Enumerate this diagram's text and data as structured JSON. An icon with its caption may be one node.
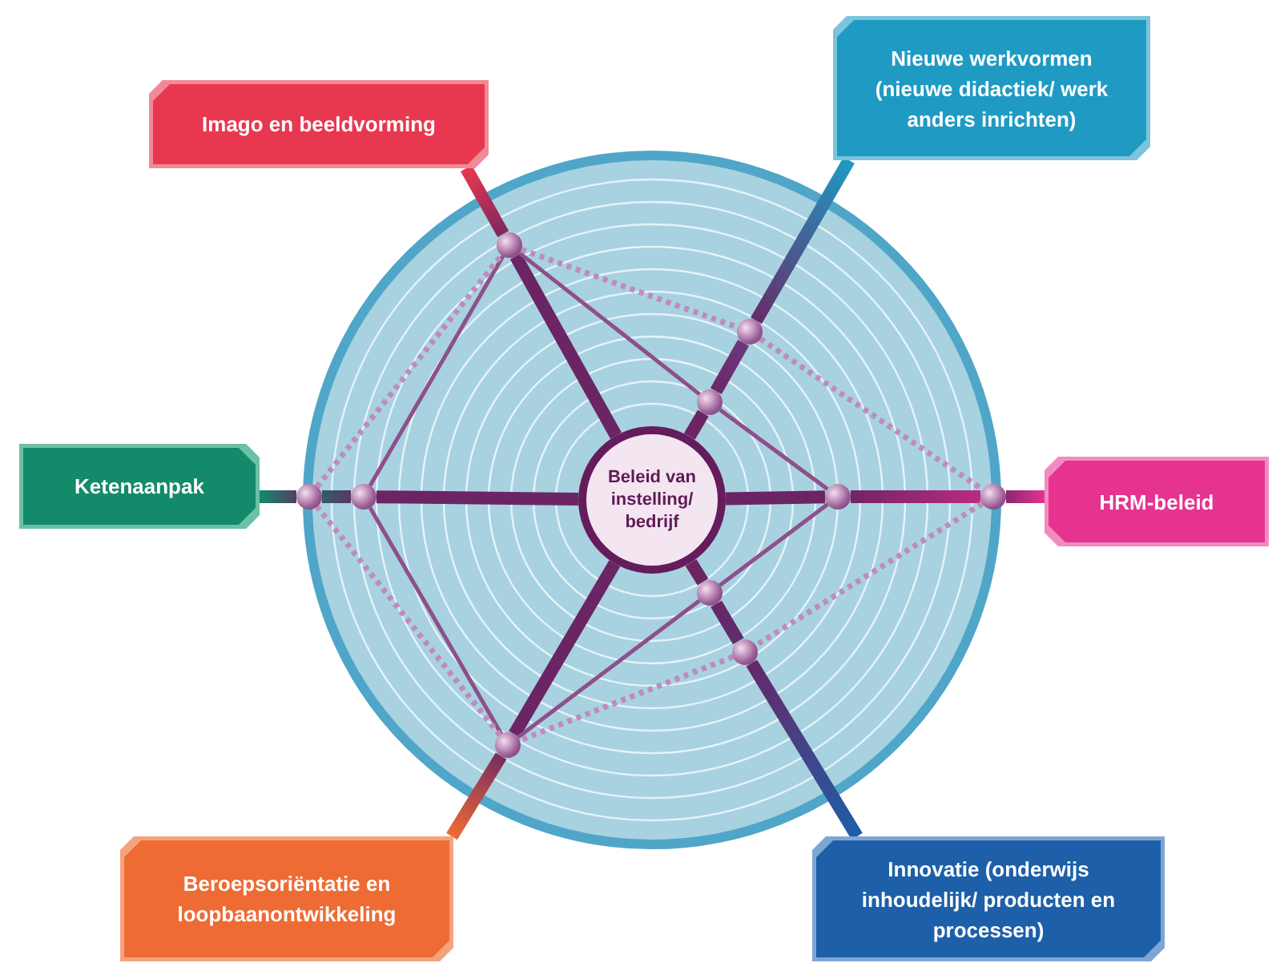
{
  "diagram": {
    "nodes": [
      {
        "text": [
          "Beleid van instelling/ bedrijf"
        ]
      },
      {
        "text": [
          "Imago en beeldvorming"
        ]
      },
      {
        "text": [
          "Nieuwe werkvormen (nieuwe didactiek/ werk anders inrichten)"
        ]
      },
      {
        "text": [
          "Ketenaanpak"
        ]
      },
      {
        "text": [
          "HRM-beleid"
        ]
      },
      {
        "text": [
          "Beroepsoriëntatie en loopbaanontwikkeling"
        ]
      },
      {
        "text": [
          "Innovatie (onderwijs inhoudelijk/ producten en processen)"
        ]
      },
      {
        "text": [],
        "shape": "circle"
      },
      {
        "text": [],
        "shape": "circle"
      },
      {
        "text": [],
        "shape": "circle"
      },
      {
        "text": [],
        "shape": "circle"
      },
      {
        "text": [],
        "shape": "circle"
      },
      {
        "text": [],
        "shape": "circle"
      },
      {
        "text": [],
        "shape": "circle"
      },
      {
        "text": [],
        "shape": "circle"
      },
      {
        "text": [],
        "shape": "circle"
      },
      {
        "text": [],
        "shape": "circle"
      }
    ],
    "edges": [
      {
        "from": 0,
        "to": 7,
        "arrow": "none",
        "style": "thick",
        "color": "#6b2464"
      },
      {
        "from": 7,
        "to": 1,
        "arrow": "none",
        "style": "thick",
        "color": "#e8384f"
      },
      {
        "from": 0,
        "to": 9,
        "arrow": "none",
        "style": "thick",
        "color": "#6b2464"
      },
      {
        "from": 9,
        "to": 8,
        "arrow": "none",
        "style": "thick",
        "color": "#6b3c80"
      },
      {
        "from": 8,
        "to": 2,
        "arrow": "none",
        "style": "thick",
        "color": "#1f9ac3"
      },
      {
        "from": 0,
        "to": 11,
        "arrow": "none",
        "style": "thick",
        "color": "#6b2464"
      },
      {
        "from": 11,
        "to": 10,
        "arrow": "none",
        "style": "thick",
        "color": "#1e6f68"
      },
      {
        "from": 10,
        "to": 3,
        "arrow": "none",
        "style": "thick",
        "color": "#138a6a"
      },
      {
        "from": 0,
        "to": 12,
        "arrow": "none",
        "style": "thick",
        "color": "#6b2464"
      },
      {
        "from": 12,
        "to": 13,
        "arrow": "none",
        "style": "thick",
        "color": "#c02c82"
      },
      {
        "from": 13,
        "to": 4,
        "arrow": "none",
        "style": "thick",
        "color": "#e5338f"
      },
      {
        "from": 0,
        "to": 14,
        "arrow": "none",
        "style": "thick",
        "color": "#6b2464"
      },
      {
        "from": 14,
        "to": 15,
        "arrow": "none",
        "style": "thick",
        "color": "#5a3070"
      },
      {
        "from": 15,
        "to": 6,
        "arrow": "none",
        "style": "thick",
        "color": "#1d5fa8"
      },
      {
        "from": 0,
        "to": 16,
        "arrow": "none",
        "style": "thick",
        "color": "#6b2464"
      },
      {
        "from": 16,
        "to": 5,
        "arrow": "none",
        "style": "thick",
        "color": "#ee6b34"
      },
      {
        "from": 7,
        "to": 9,
        "arrow": "none"
      },
      {
        "from": 9,
        "to": 12,
        "arrow": "none"
      },
      {
        "from": 12,
        "to": 14,
        "arrow": "none"
      },
      {
        "from": 14,
        "to": 16,
        "arrow": "none"
      },
      {
        "from": 16,
        "to": 11,
        "arrow": "none"
      },
      {
        "from": 11,
        "to": 7,
        "arrow": "none"
      },
      {
        "from": 7,
        "to": 8,
        "arrow": "none",
        "style": "dashed"
      },
      {
        "from": 8,
        "to": 13,
        "arrow": "none",
        "style": "dashed"
      },
      {
        "from": 13,
        "to": 15,
        "arrow": "none",
        "style": "dashed"
      },
      {
        "from": 15,
        "to": 16,
        "arrow": "none",
        "style": "dashed"
      },
      {
        "from": 16,
        "to": 10,
        "arrow": "none",
        "style": "dashed"
      },
      {
        "from": 10,
        "to": 7,
        "arrow": "none",
        "style": "dashed"
      }
    ]
  }
}
